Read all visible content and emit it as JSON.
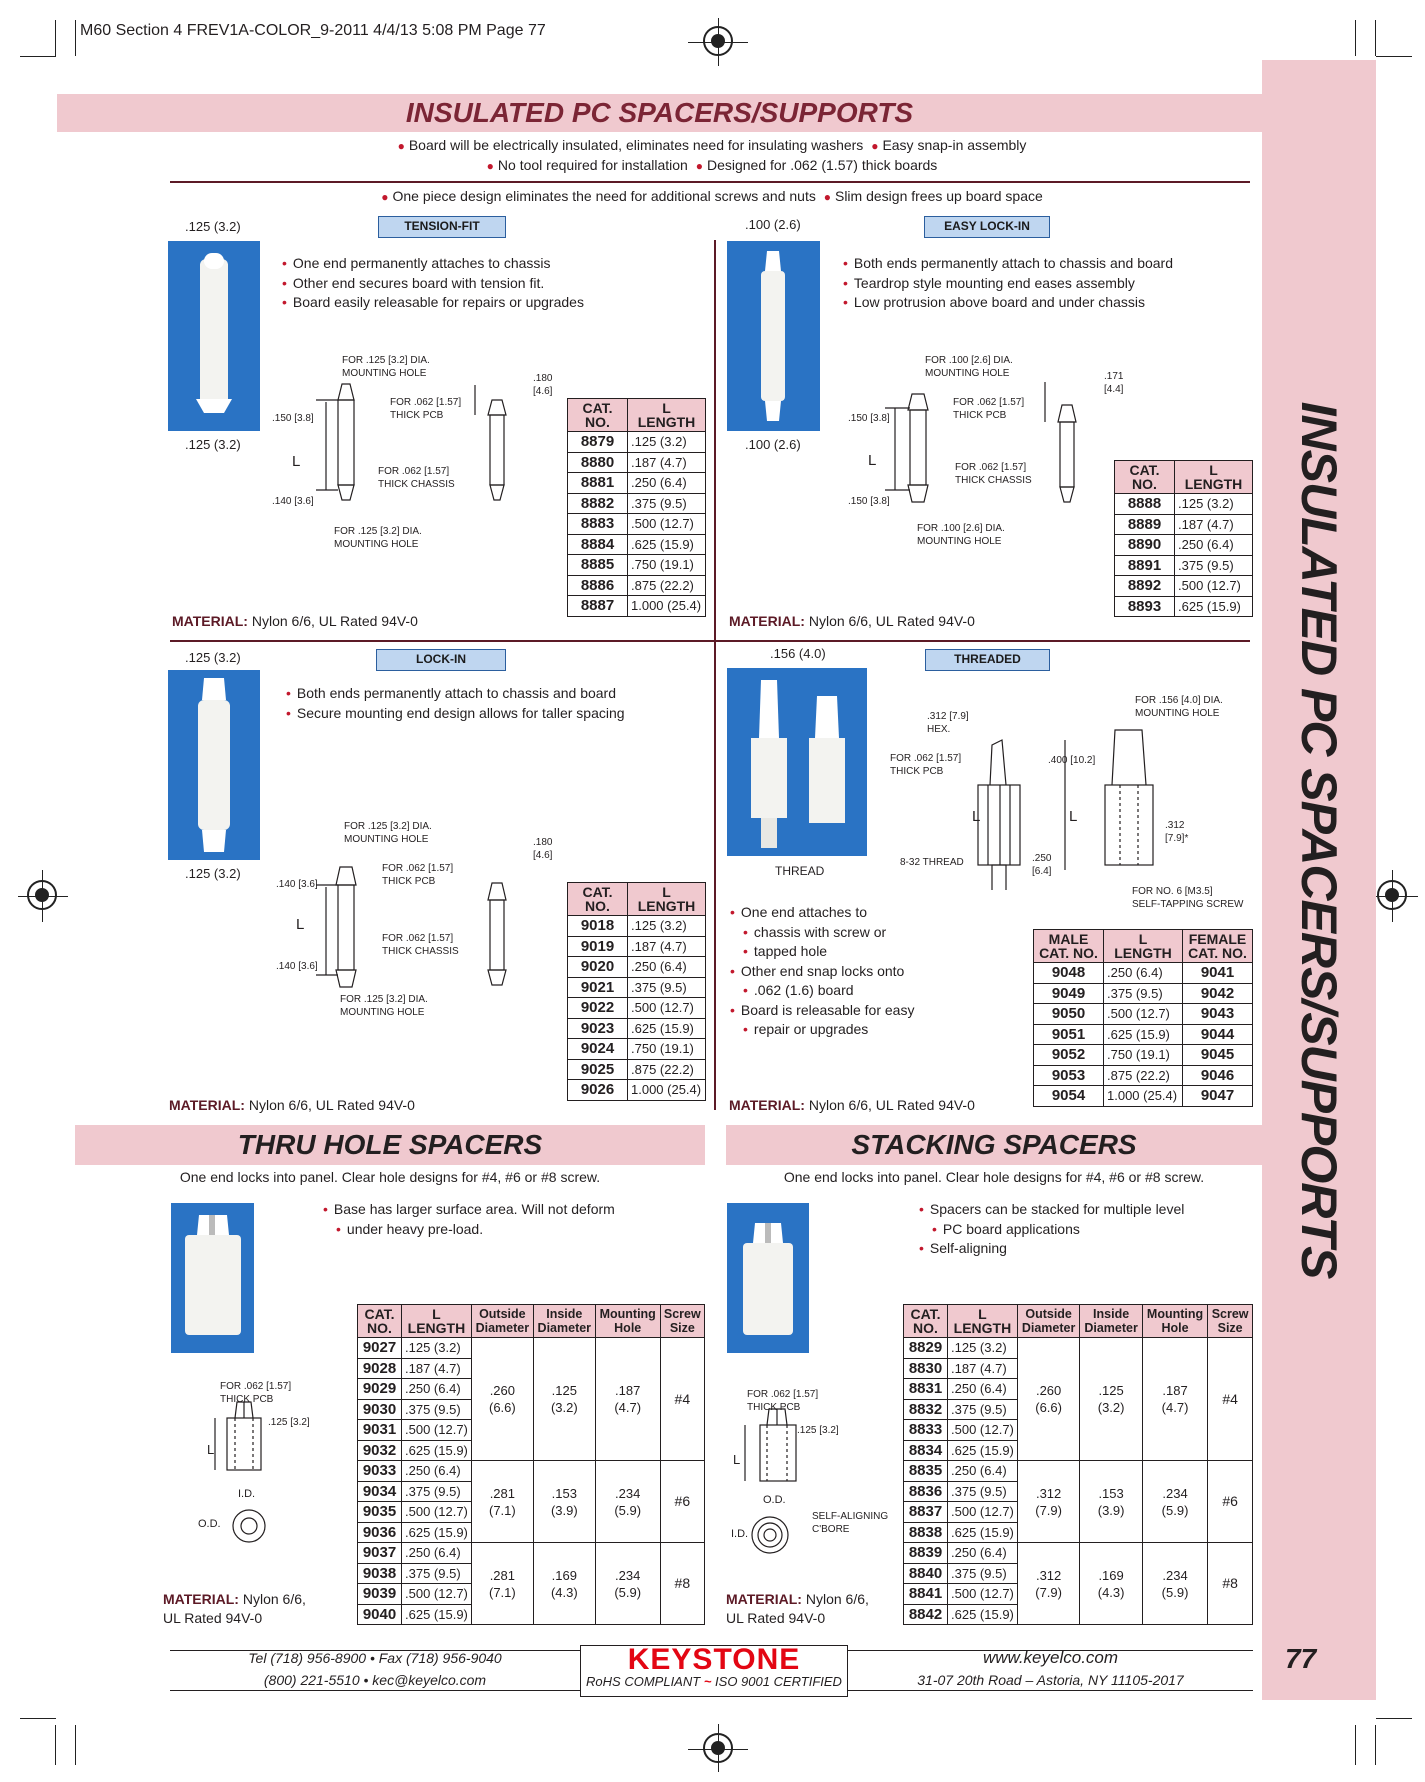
{
  "slug": "M60 Section 4 FREV1A-COLOR_9-2011 4/4/13 5:08 PM Page 77",
  "header": {
    "title": "INSULATED PC SPACERS/SUPPORTS",
    "bullet_line1": [
      "Board will be electrically insulated, eliminates need for insulating washers",
      "Easy snap-in assembly"
    ],
    "bullet_line2": [
      "No tool required for installation",
      "Designed for .062 (1.57) thick boards"
    ],
    "bullet_line3": [
      "One piece design eliminates the need for additional screws and nuts",
      "Slim design frees up board space"
    ]
  },
  "side_title": "INSULATED PC SPACERS/SUPPORTS",
  "tension_fit": {
    "tag": "TENSION-FIT",
    "dim_top": ".125 (3.2)",
    "dim_bottom": ".125 (3.2)",
    "features": [
      "One end permanently attaches to chassis",
      "Other end secures board with tension fit.",
      "Board easily releasable for repairs or upgrades"
    ],
    "captions": {
      "c1": "FOR .125 [3.2] DIA.\nMOUNTING HOLE",
      "c2": "FOR .062 [1.57]\nTHICK PCB",
      "c3": "FOR .062 [1.57]\nTHICK CHASSIS",
      "c4": "FOR .125 [3.2] DIA.\nMOUNTING HOLE",
      "d1": ".150 [3.8]",
      "d2": ".140 [3.6]",
      "d3": ".180\n[4.6]",
      "L": "L"
    },
    "material_label": "MATERIAL:",
    "material": "Nylon 6/6, UL Rated 94V-0",
    "table": {
      "headers": [
        "CAT.\nNO.",
        "L\nLENGTH"
      ],
      "rows": [
        [
          "8879",
          ".125 (3.2)"
        ],
        [
          "8880",
          ".187 (4.7)"
        ],
        [
          "8881",
          ".250 (6.4)"
        ],
        [
          "8882",
          ".375 (9.5)"
        ],
        [
          "8883",
          ".500 (12.7)"
        ],
        [
          "8884",
          ".625 (15.9)"
        ],
        [
          "8885",
          ".750 (19.1)"
        ],
        [
          "8886",
          ".875 (22.2)"
        ],
        [
          "8887",
          "1.000 (25.4)"
        ]
      ]
    }
  },
  "easy_lock": {
    "tag": "EASY LOCK-IN",
    "dim_top": ".100 (2.6)",
    "dim_bottom": ".100 (2.6)",
    "features": [
      "Both ends permanently attach to chassis and board",
      "Teardrop style mounting end eases assembly",
      "Low protrusion above board and under chassis"
    ],
    "captions": {
      "c1": "FOR .100 [2.6] DIA.\nMOUNTING HOLE",
      "c2": "FOR .062 [1.57]\nTHICK PCB",
      "c3": "FOR .062 [1.57]\nTHICK CHASSIS",
      "c4": "FOR .100 [2.6] DIA.\nMOUNTING HOLE",
      "d1": ".150 [3.8]",
      "d2": ".150 [3.8]",
      "d3": ".171\n[4.4]",
      "L": "L"
    },
    "material_label": "MATERIAL:",
    "material": "Nylon 6/6, UL Rated 94V-0",
    "table": {
      "headers": [
        "CAT.\nNO.",
        "L\nLENGTH"
      ],
      "rows": [
        [
          "8888",
          ".125 (3.2)"
        ],
        [
          "8889",
          ".187 (4.7)"
        ],
        [
          "8890",
          ".250 (6.4)"
        ],
        [
          "8891",
          ".375 (9.5)"
        ],
        [
          "8892",
          ".500 (12.7)"
        ],
        [
          "8893",
          ".625 (15.9)"
        ]
      ]
    }
  },
  "lock_in": {
    "tag": "LOCK-IN",
    "dim_top": ".125 (3.2)",
    "dim_bottom": ".125 (3.2)",
    "features": [
      "Both ends permanently attach to chassis and board",
      "Secure mounting end design allows for taller spacing"
    ],
    "captions": {
      "c1": "FOR .125 [3.2] DIA.\nMOUNTING HOLE",
      "c2": "FOR .062 [1.57]\nTHICK PCB",
      "c3": "FOR .062 [1.57]\nTHICK CHASSIS",
      "c4": "FOR .125 [3.2] DIA.\nMOUNTING HOLE",
      "d1": ".140 [3.6]",
      "d2": ".140 [3.6]",
      "d3": ".180\n[4.6]",
      "L": "L"
    },
    "material_label": "MATERIAL:",
    "material": "Nylon 6/6, UL Rated 94V-0",
    "table": {
      "headers": [
        "CAT.\nNO.",
        "L\nLENGTH"
      ],
      "rows": [
        [
          "9018",
          ".125 (3.2)"
        ],
        [
          "9019",
          ".187 (4.7)"
        ],
        [
          "9020",
          ".250 (6.4)"
        ],
        [
          "9021",
          ".375 (9.5)"
        ],
        [
          "9022",
          ".500 (12.7)"
        ],
        [
          "9023",
          ".625 (15.9)"
        ],
        [
          "9024",
          ".750 (19.1)"
        ],
        [
          "9025",
          ".875 (22.2)"
        ],
        [
          "9026",
          "1.000 (25.4)"
        ]
      ]
    }
  },
  "threaded": {
    "tag": "THREADED",
    "dim_top": ".156 (4.0)",
    "photo_caption": "THREAD",
    "features": [
      "One end attaches to",
      "chassis with screw or",
      "tapped hole",
      "Other end snap locks onto",
      ".062 (1.6) board",
      "Board is releasable for easy",
      "repair or upgrades"
    ],
    "captions": {
      "hex": ".312 [7.9]\nHEX.",
      "pcb": "FOR .062 [1.57]\nTHICK PCB",
      "thread": "8-32 THREAD",
      "d250": ".250\n[6.4]",
      "d400": ".400 [10.2]",
      "mh": "FOR .156 [4.0] DIA.\nMOUNTING HOLE",
      "d312": ".312\n[7.9]*",
      "screw": "FOR NO. 6 [M3.5]\nSELF-TAPPING SCREW",
      "L": "L"
    },
    "material_label": "MATERIAL:",
    "material": "Nylon 6/6, UL Rated 94V-0",
    "table": {
      "headers": [
        "MALE\nCAT. NO.",
        "L\nLENGTH",
        "FEMALE\nCAT. NO."
      ],
      "rows": [
        [
          "9048",
          ".250 (6.4)",
          "9041"
        ],
        [
          "9049",
          ".375 (9.5)",
          "9042"
        ],
        [
          "9050",
          ".500 (12.7)",
          "9043"
        ],
        [
          "9051",
          ".625 (15.9)",
          "9044"
        ],
        [
          "9052",
          ".750 (19.1)",
          "9045"
        ],
        [
          "9053",
          ".875 (22.2)",
          "9046"
        ],
        [
          "9054",
          "1.000 (25.4)",
          "9047"
        ]
      ]
    }
  },
  "thru_hole": {
    "title": "THRU HOLE SPACERS",
    "subtitle": "One end locks into panel. Clear hole designs for #4, #6 or #8 screw.",
    "features": [
      "Base has larger surface area. Will not deform",
      "under heavy pre-load."
    ],
    "captions": {
      "pcb": "FOR .062 [1.57]\nTHICK PCB",
      "d125": ".125 [3.2]",
      "L": "L",
      "id": "I.D.",
      "od": "O.D."
    },
    "material_label": "MATERIAL:",
    "material_line1": "Nylon 6/6,",
    "material_line2": "UL Rated 94V-0",
    "table": {
      "headers": [
        "CAT.\nNO.",
        "L\nLENGTH",
        "Outside\nDiameter",
        "Inside\nDiameter",
        "Mounting\nHole",
        "Screw\nSize"
      ],
      "groups": [
        {
          "rows": [
            [
              "9027",
              ".125 (3.2)"
            ],
            [
              "9028",
              ".187 (4.7)"
            ],
            [
              "9029",
              ".250 (6.4)"
            ],
            [
              "9030",
              ".375 (9.5)"
            ],
            [
              "9031",
              ".500 (12.7)"
            ],
            [
              "9032",
              ".625 (15.9)"
            ]
          ],
          "od": ".260\n(6.6)",
          "id": ".125\n(3.2)",
          "mh": ".187\n(4.7)",
          "screw": "#4"
        },
        {
          "rows": [
            [
              "9033",
              ".250 (6.4)"
            ],
            [
              "9034",
              ".375 (9.5)"
            ],
            [
              "9035",
              ".500 (12.7)"
            ],
            [
              "9036",
              ".625 (15.9)"
            ]
          ],
          "od": ".281\n(7.1)",
          "id": ".153\n(3.9)",
          "mh": ".234\n(5.9)",
          "screw": "#6"
        },
        {
          "rows": [
            [
              "9037",
              ".250 (6.4)"
            ],
            [
              "9038",
              ".375 (9.5)"
            ],
            [
              "9039",
              ".500 (12.7)"
            ],
            [
              "9040",
              ".625 (15.9)"
            ]
          ],
          "od": ".281\n(7.1)",
          "id": ".169\n(4.3)",
          "mh": ".234\n(5.9)",
          "screw": "#8"
        }
      ]
    }
  },
  "stacking": {
    "title": "STACKING SPACERS",
    "subtitle": "One end locks into panel. Clear hole designs for #4, #6 or #8 screw.",
    "features": [
      "Spacers can be stacked for multiple level",
      "PC board applications",
      "Self-aligning"
    ],
    "captions": {
      "pcb": "FOR .062 [1.57]\nTHICK PCB",
      "d125": ".125 [3.2]",
      "L": "L",
      "od": "O.D.",
      "id": "I.D.",
      "cbore": "SELF-ALIGNING\nC'BORE"
    },
    "material_label": "MATERIAL:",
    "material_line1": "Nylon 6/6,",
    "material_line2": "UL Rated 94V-0",
    "table": {
      "headers": [
        "CAT.\nNO.",
        "L\nLENGTH",
        "Outside\nDiameter",
        "Inside\nDiameter",
        "Mounting\nHole",
        "Screw\nSize"
      ],
      "groups": [
        {
          "rows": [
            [
              "8829",
              ".125 (3.2)"
            ],
            [
              "8830",
              ".187 (4.7)"
            ],
            [
              "8831",
              ".250 (6.4)"
            ],
            [
              "8832",
              ".375 (9.5)"
            ],
            [
              "8833",
              ".500 (12.7)"
            ],
            [
              "8834",
              ".625 (15.9)"
            ]
          ],
          "od": ".260\n(6.6)",
          "id": ".125\n(3.2)",
          "mh": ".187\n(4.7)",
          "screw": "#4"
        },
        {
          "rows": [
            [
              "8835",
              ".250 (6.4)"
            ],
            [
              "8836",
              ".375 (9.5)"
            ],
            [
              "8837",
              ".500 (12.7)"
            ],
            [
              "8838",
              ".625 (15.9)"
            ]
          ],
          "od": ".312\n(7.9)",
          "id": ".153\n(3.9)",
          "mh": ".234\n(5.9)",
          "screw": "#6"
        },
        {
          "rows": [
            [
              "8839",
              ".250 (6.4)"
            ],
            [
              "8840",
              ".375 (9.5)"
            ],
            [
              "8841",
              ".500 (12.7)"
            ],
            [
              "8842",
              ".625 (15.9)"
            ]
          ],
          "od": ".312\n(7.9)",
          "id": ".169\n(4.3)",
          "mh": ".234\n(5.9)",
          "screw": "#8"
        }
      ]
    }
  },
  "footer": {
    "phone_line1": "Tel (718) 956-8900  •  Fax (718) 956-9040",
    "phone_line2": "(800) 221-5510  •  kec@keyelco.com",
    "logo": "KEYSTONE",
    "logo_sub_left": "RoHS COMPLIANT",
    "logo_sub_right": "ISO 9001 CERTIFIED",
    "web": "www.keyelco.com",
    "address": "31-07 20th Road – Astoria, NY  11105-2017",
    "page_number": "77"
  }
}
